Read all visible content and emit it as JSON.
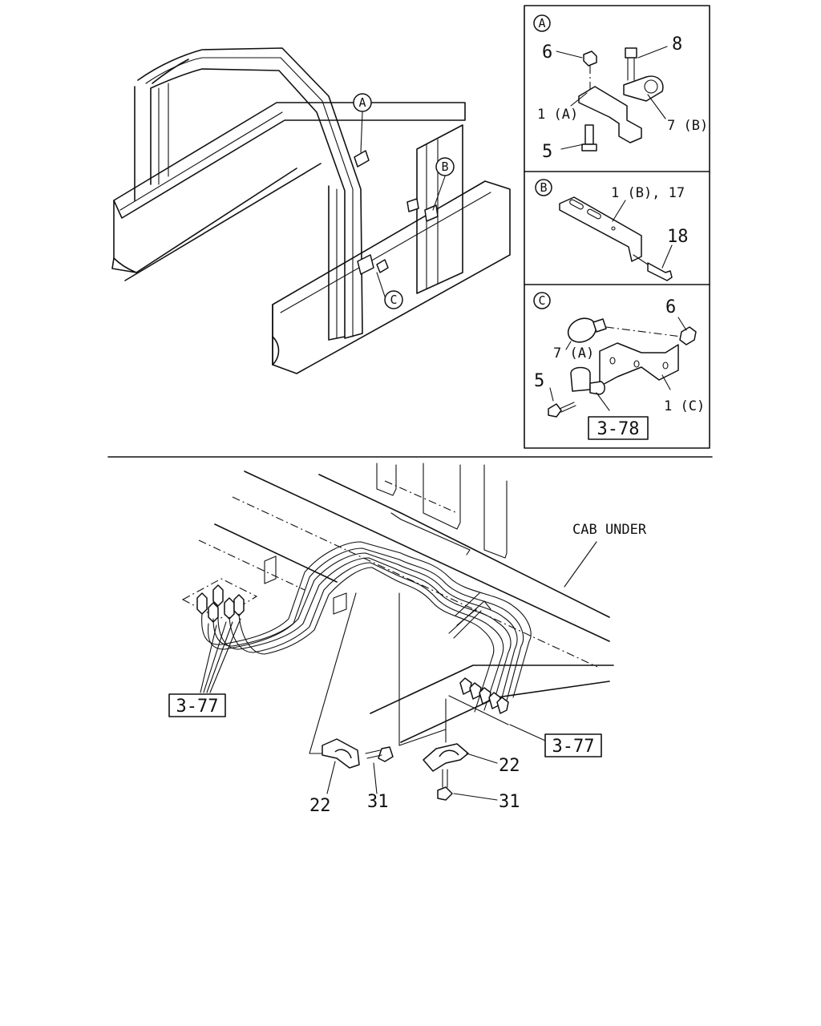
{
  "diagram": {
    "views": {
      "a": {
        "callout": "A",
        "parts": [
          "6",
          "8",
          "1 (A)",
          "7 (B)",
          "5"
        ]
      },
      "b": {
        "callout": "B",
        "parts": [
          "1 (B), 17",
          "18"
        ]
      },
      "c": {
        "callout": "C",
        "parts": [
          "6",
          "7 (A)",
          "1 (C)",
          "5"
        ],
        "ref": "3-78"
      }
    },
    "top_callouts": [
      "A",
      "B",
      "C"
    ],
    "bottom": {
      "region_label": "CAB UNDER",
      "ref_left": "3-77",
      "ref_right": "3-77",
      "parts": [
        "22",
        "31",
        "22",
        "31"
      ]
    }
  }
}
